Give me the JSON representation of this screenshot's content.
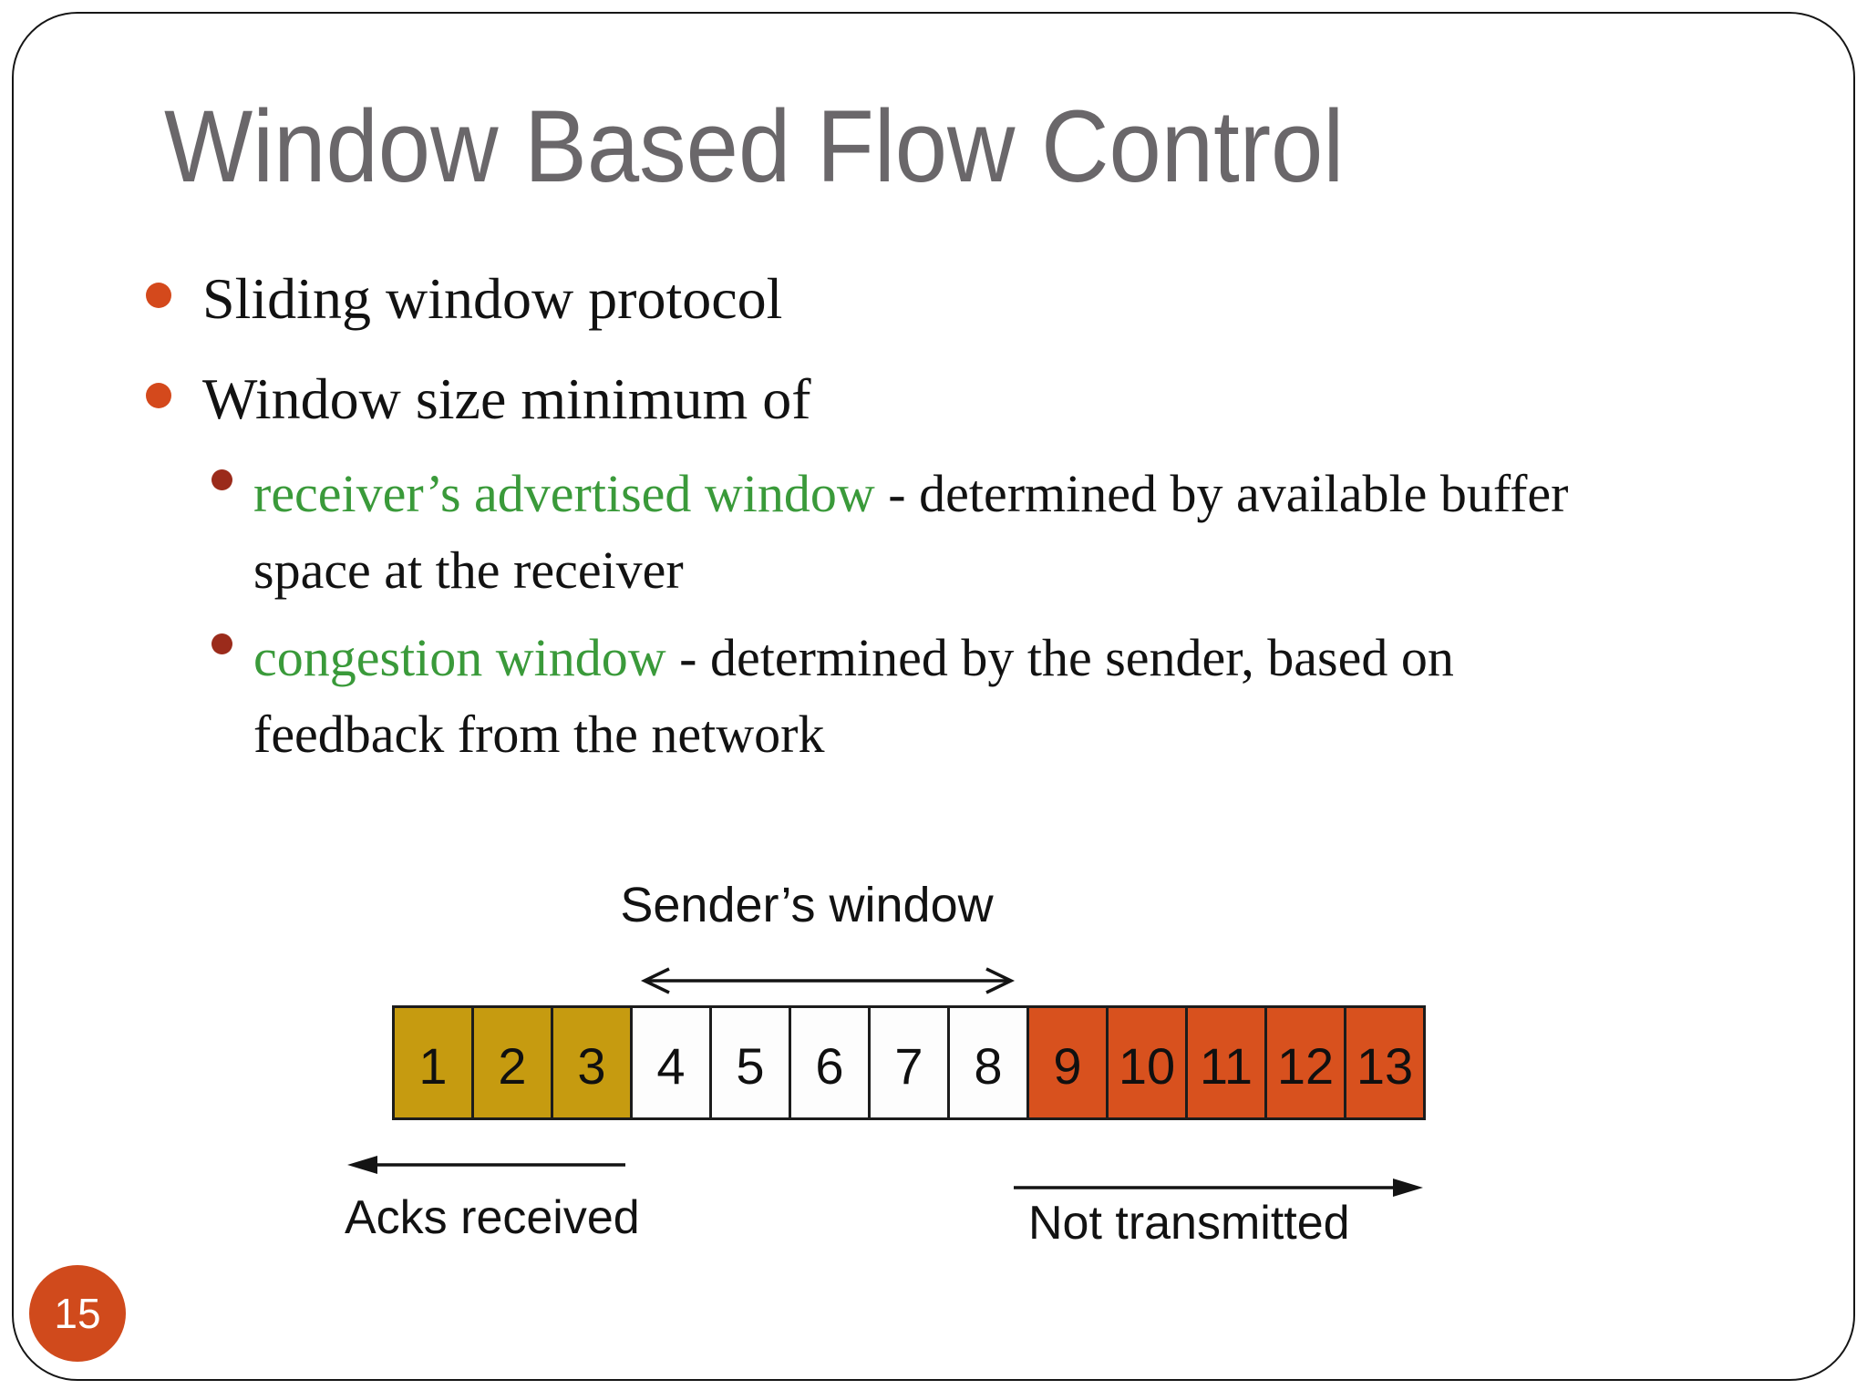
{
  "slide": {
    "title": "Window Based Flow Control",
    "page_number": "15",
    "bullets": {
      "item1": "Sliding window protocol",
      "item2": "Window size minimum of",
      "sub1": {
        "highlight": "receiver’s advertised window",
        "rest_line1": " - determined by available buffer",
        "rest_line2": "space at the receiver"
      },
      "sub2": {
        "highlight": "congestion window",
        "rest_line1": " - determined by the sender, based on",
        "rest_line2": "feedback from the network"
      }
    },
    "diagram": {
      "window_label": "Sender’s window",
      "acks_label": "Acks received",
      "not_transmitted_label": "Not transmitted",
      "cells": [
        {
          "n": "1",
          "state": "acked"
        },
        {
          "n": "2",
          "state": "acked"
        },
        {
          "n": "3",
          "state": "acked"
        },
        {
          "n": "4",
          "state": "in-window"
        },
        {
          "n": "5",
          "state": "in-window"
        },
        {
          "n": "6",
          "state": "in-window"
        },
        {
          "n": "7",
          "state": "in-window"
        },
        {
          "n": "8",
          "state": "in-window"
        },
        {
          "n": "9",
          "state": "not-transmitted"
        },
        {
          "n": "10",
          "state": "not-transmitted"
        },
        {
          "n": "11",
          "state": "not-transmitted"
        },
        {
          "n": "12",
          "state": "not-transmitted"
        },
        {
          "n": "13",
          "state": "not-transmitted"
        }
      ]
    },
    "colors": {
      "title-gray": "#6a676a",
      "body-black": "#121212",
      "green-highlight": "#3a9a3a",
      "bullet-orange": "#d4491c",
      "sub-bullet-maroon": "#9b2b1b",
      "cell-gold": "#c69b10",
      "cell-orange": "#d8511e",
      "page-circle-orange": "#d04a1c"
    }
  }
}
